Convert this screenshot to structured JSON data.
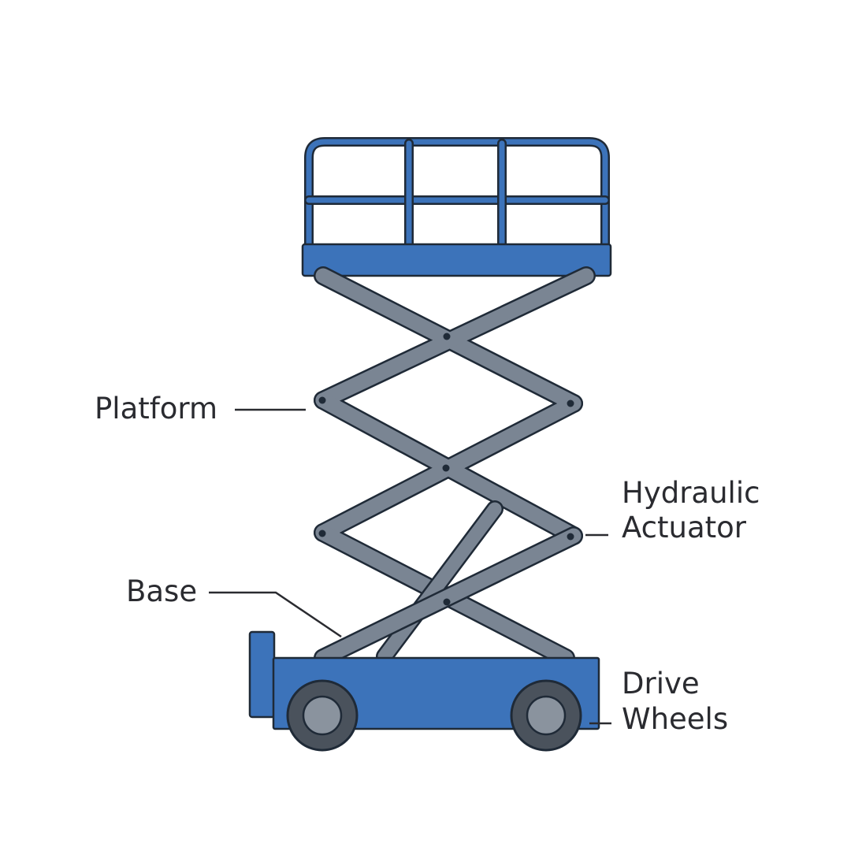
{
  "labels": {
    "platform": "Platform",
    "base": "Base",
    "actuator": [
      "Hydraulic",
      "Actuator"
    ],
    "wheels": [
      "Drive",
      "Wheels"
    ]
  },
  "colors": {
    "frame_blue": "#3c73ba",
    "outline": "#1f2a37",
    "scissor_gray": "#7a8593",
    "wheel_dark": "#4a525c",
    "hub_gray": "#8a939e"
  }
}
